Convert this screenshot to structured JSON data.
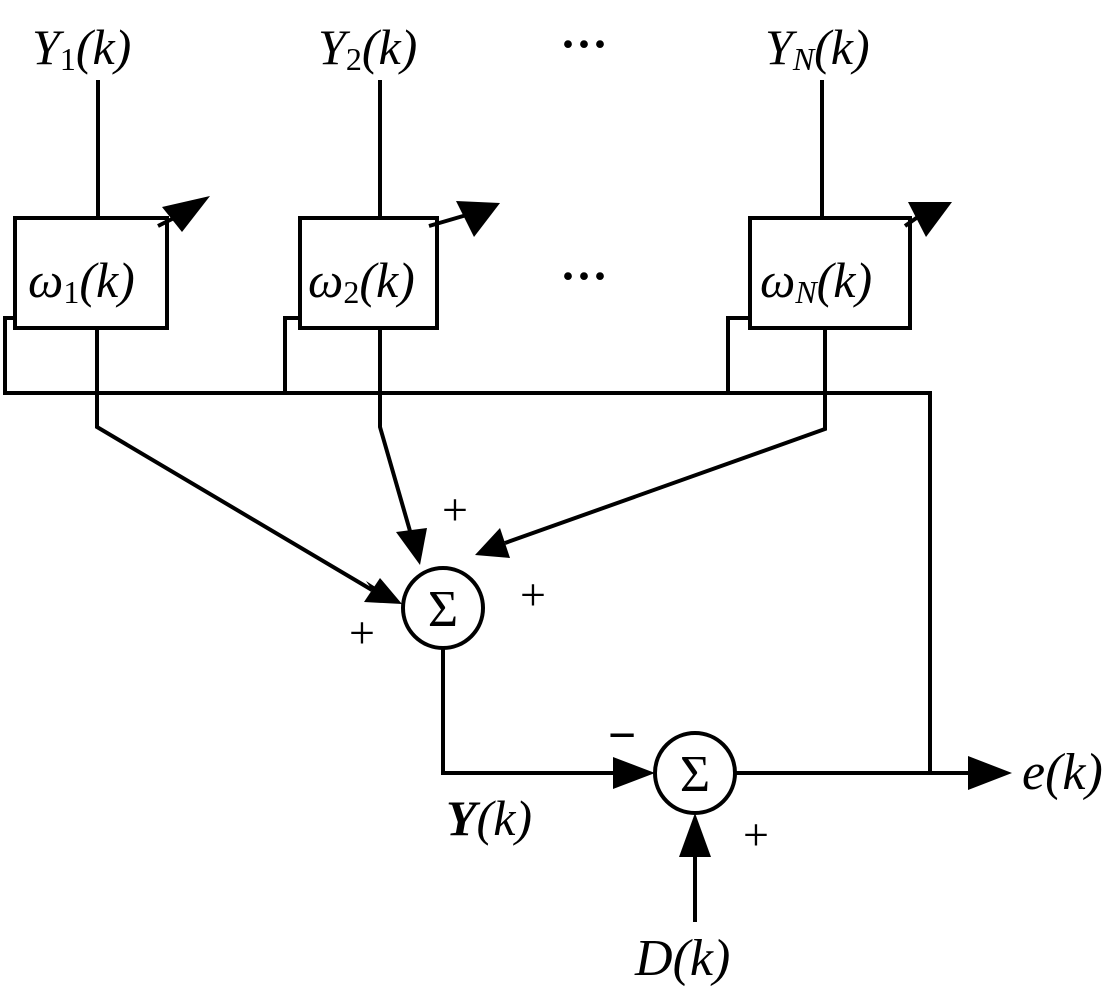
{
  "inputs": [
    {
      "base": "Y",
      "sub": "1",
      "arg": "(k)"
    },
    {
      "base": "Y",
      "sub": "2",
      "arg": "(k)"
    },
    {
      "base": "Y",
      "sub": "N",
      "arg": "(k)"
    }
  ],
  "weights": [
    {
      "base": "ω",
      "sub": "1",
      "arg": "(k)"
    },
    {
      "base": "ω",
      "sub": "2",
      "arg": "(k)"
    },
    {
      "base": "ω",
      "sub": "N",
      "arg": "(k)"
    }
  ],
  "ellipsis": "···",
  "sum_symbol": "Σ",
  "signs": {
    "plus": "+",
    "minus": "−"
  },
  "output": {
    "base": "Y",
    "arg": "(k)"
  },
  "desired": {
    "base": "D",
    "arg": "(k)"
  },
  "error": {
    "base": "e",
    "arg": "(k)"
  }
}
